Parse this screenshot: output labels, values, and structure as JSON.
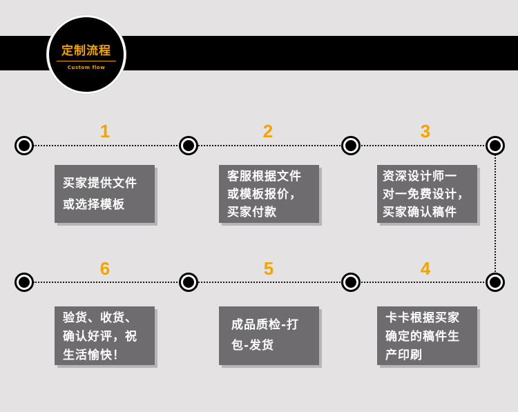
{
  "header": {
    "title": "定制流程",
    "subtitle": "Custom flow"
  },
  "colors": {
    "accent": "#f5a300",
    "background": "#e4e2e3",
    "box": "#6e6c6f",
    "banner": "#000000"
  },
  "steps": [
    {
      "number": "1",
      "lines": [
        "买家提供文件",
        "或选择模板"
      ]
    },
    {
      "number": "2",
      "lines": [
        "客服根据文件",
        "或模板报价，",
        "买家付款"
      ]
    },
    {
      "number": "3",
      "lines": [
        "资深设计师一",
        "对一免费设计，",
        "买家确认稿件"
      ]
    },
    {
      "number": "4",
      "lines": [
        "卡卡根据买家",
        "确定的稿件生",
        "产印刷"
      ]
    },
    {
      "number": "5",
      "lines": [
        "成品质检-打",
        "包-发货"
      ]
    },
    {
      "number": "6",
      "lines": [
        "验货、收货、",
        "确认好评，祝",
        "生活愉快！"
      ]
    }
  ]
}
